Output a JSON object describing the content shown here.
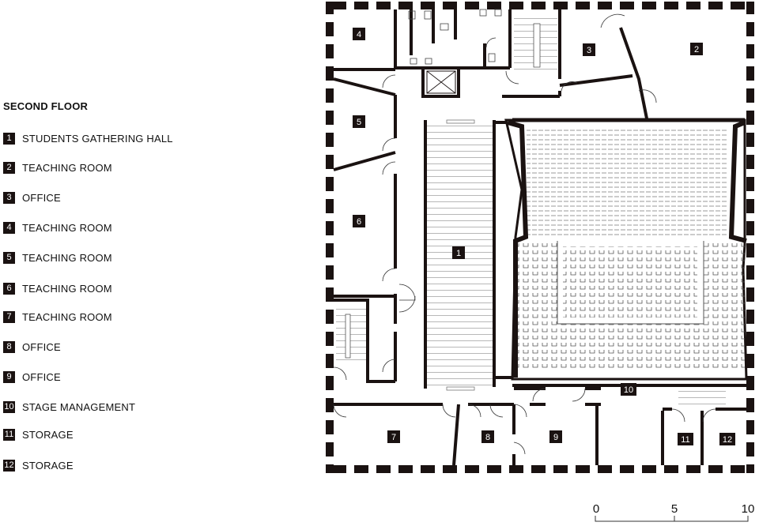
{
  "legend": {
    "title": "SECOND FLOOR",
    "items": [
      {
        "num": "1",
        "label": "STUDENTS GATHERING HALL"
      },
      {
        "num": "2",
        "label": "TEACHING ROOM"
      },
      {
        "num": "3",
        "label": "OFFICE"
      },
      {
        "num": "4",
        "label": "TEACHING ROOM"
      },
      {
        "num": "5",
        "label": "TEACHING ROOM"
      },
      {
        "num": "6",
        "label": "TEACHING ROOM"
      },
      {
        "num": "7",
        "label": "TEACHING ROOM"
      },
      {
        "num": "8",
        "label": "OFFICE"
      },
      {
        "num": "9",
        "label": "OFFICE"
      },
      {
        "num": "10",
        "label": "STAGE MANAGEMENT"
      },
      {
        "num": "11",
        "label": "STORAGE"
      },
      {
        "num": "12",
        "label": "STORAGE"
      }
    ]
  },
  "rooms": {
    "r1": "1",
    "r2": "2",
    "r3": "3",
    "r4": "4",
    "r5": "5",
    "r6": "6",
    "r7": "7",
    "r8": "8",
    "r9": "9",
    "r10": "10",
    "r11": "11",
    "r12": "12"
  },
  "scale_bar": {
    "ticks": [
      "0",
      "5",
      "10"
    ]
  },
  "colors": {
    "wall": "#1a1211",
    "label_bg": "#1a1211",
    "label_text": "#ffffff",
    "background": "#ffffff"
  }
}
